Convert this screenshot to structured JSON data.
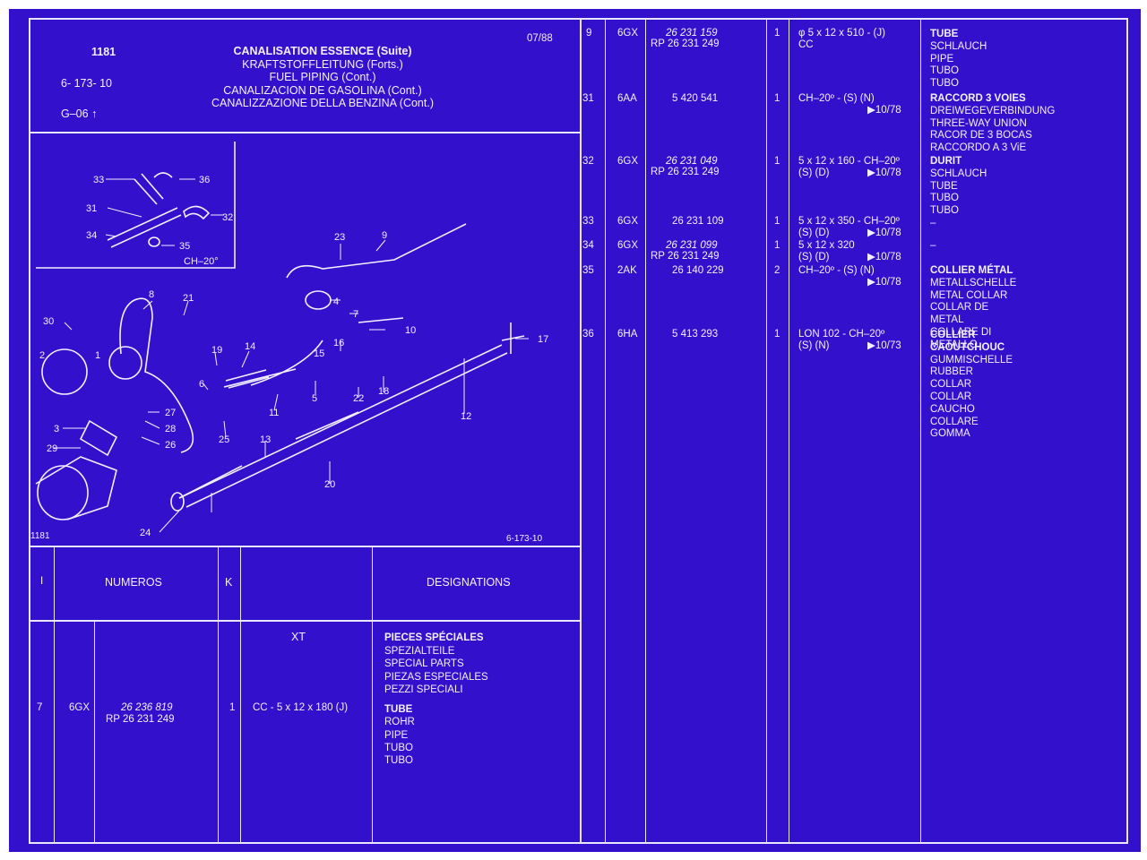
{
  "header": {
    "model": "1181",
    "plate_ref": "6- 173- 10",
    "group_code": "G–06",
    "date": "07/88",
    "titles": [
      "CANALISATION ESSENCE (Suite)",
      "KRAFTSTOFFLEITUNG (Forts.)",
      "FUEL PIPING (Cont.)",
      "CANALIZACION DE GASOLINA (Cont.)",
      "CANALIZZAZIONE DELLA BENZINA (Cont.)"
    ]
  },
  "diagram": {
    "inset_note": "CH–20°",
    "footer_left": "1181",
    "footer_right": "6-173-10",
    "callouts": [
      "33",
      "36",
      "31",
      "32",
      "34",
      "35",
      "23",
      "9",
      "8",
      "21",
      "30",
      "4",
      "7",
      "2",
      "1",
      "19",
      "14",
      "10",
      "16",
      "15",
      "17",
      "6",
      "5",
      "11",
      "22",
      "18",
      "27",
      "3",
      "28",
      "25",
      "29",
      "26",
      "13",
      "12",
      "20",
      "24"
    ]
  },
  "table_header": {
    "col_i": "I",
    "col_numeros": "NUMEROS",
    "col_k": "K",
    "col_designations": "DESIGNATIONS"
  },
  "section": {
    "code": "XT",
    "names": [
      "PIECES SPÉCIALES",
      "SPEZIALTEILE",
      "SPECIAL PARTS",
      "PIEZAS ESPECIALES",
      "PEZZI SPECIALI"
    ]
  },
  "left_rows": [
    {
      "item": "7",
      "code": "6GX",
      "pn_old": "26 236 819",
      "pn_rp": "RP 26 231 249",
      "qty": "1",
      "spec": "CC - 5 x 12 x 180 (J)",
      "names": [
        "TUBE",
        "ROHR",
        "PIPE",
        "TUBO",
        "TUBO"
      ]
    }
  ],
  "right_rows": [
    {
      "item": "9",
      "code": "6GX",
      "pn_old": "26 231 159",
      "pn_rp": "RP 26 231 249",
      "qty": "1",
      "spec1": "φ 5 x 12 x 510 - (J)",
      "spec2": "CC",
      "date_note": ""
    },
    {
      "item": "31",
      "code": "6AA",
      "pn": "5 420 541",
      "qty": "1",
      "spec1": "CH–20º - (S) (N)",
      "spec2": "",
      "date_note": "▶10/78"
    },
    {
      "item": "32",
      "code": "6GX",
      "pn_old": "26 231 049",
      "pn_rp": "RP 26 231 249",
      "qty": "1",
      "spec1": "5 x 12 x 160 - CH–20º",
      "spec2": "(S) (D)",
      "date_note": "▶10/78"
    },
    {
      "item": "33",
      "code": "6GX",
      "pn": "26 231 109",
      "qty": "1",
      "spec1": "5 x 12 x 350 - CH–20º",
      "spec2": "(S) (D)",
      "date_note": "▶10/78"
    },
    {
      "item": "34",
      "code": "6GX",
      "pn_old": "26 231 099",
      "pn_rp": "RP 26 231 249",
      "qty": "1",
      "spec1": "5 x 12 x 320",
      "spec2": "(S) (D)",
      "date_note": "▶10/78"
    },
    {
      "item": "35",
      "code": "2AK",
      "pn": "26 140 229",
      "qty": "2",
      "spec1": "CH–20º - (S) (N)",
      "spec2": "",
      "date_note": "▶10/78"
    },
    {
      "item": "36",
      "code": "6HA",
      "pn": "5 413 293",
      "qty": "1",
      "spec1": "LON 102 - CH–20º",
      "spec2": "(S) (N)",
      "date_note": "▶10/73"
    }
  ],
  "right_designations": [
    {
      "bold": "TUBE",
      "lines": [
        "SCHLAUCH",
        "PIPE",
        "TUBO",
        "TUBO"
      ]
    },
    {
      "bold": "RACCORD 3 VOIES",
      "lines": [
        "DREIWEGEVERBINDUNG",
        "THREE-WAY UNION",
        "RACOR DE 3 BOCAS",
        "RACCORDO A 3 ViE"
      ]
    },
    {
      "bold": "DURIT",
      "lines": [
        "SCHLAUCH",
        "TUBE",
        "TUBO",
        "TUBO",
        "–"
      ]
    },
    {
      "dash": "–"
    },
    {
      "bold": "COLLIER MÉTAL",
      "lines": [
        "METALLSCHELLE",
        "METAL COLLAR",
        "COLLAR DE METAL",
        "COLLARE DI METALLO"
      ]
    },
    {
      "bold": "COLLIER CAOUTCHOUC",
      "lines": [
        "GUMMISCHELLE",
        "RUBBER COLLAR",
        "COLLAR CAUCHO",
        "COLLARE GOMMA"
      ]
    }
  ],
  "colors": {
    "background": "#3311cc",
    "ink": "#f2f0ff"
  }
}
